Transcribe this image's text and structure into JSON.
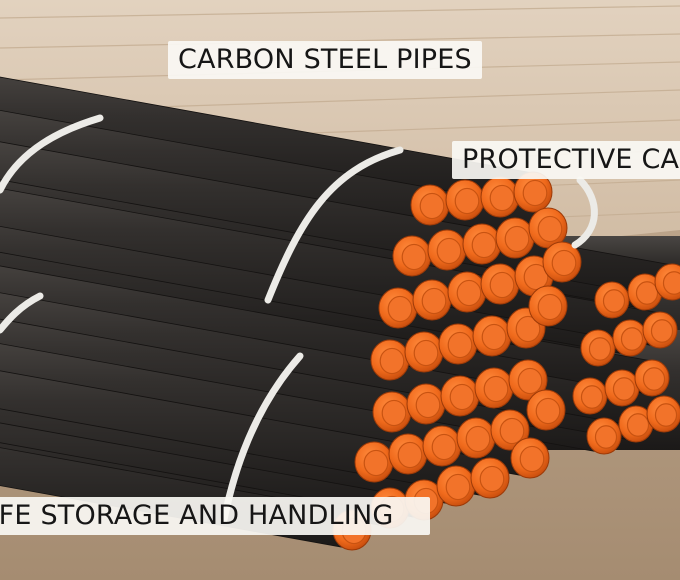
{
  "captions": {
    "title": "CARBON STEEL PIPES",
    "caps": "PROTECTIVE CA",
    "storage": "AFE STORAGE AND HANDLING"
  },
  "colors": {
    "wall": "#d9c7b1",
    "floor": "#b29a7e",
    "pipe_body": "#2e2b29",
    "cap_orange": "#f06a1c",
    "strap": "#ececea",
    "label_bg": "#f8f6f2",
    "label_text": "#161616"
  }
}
